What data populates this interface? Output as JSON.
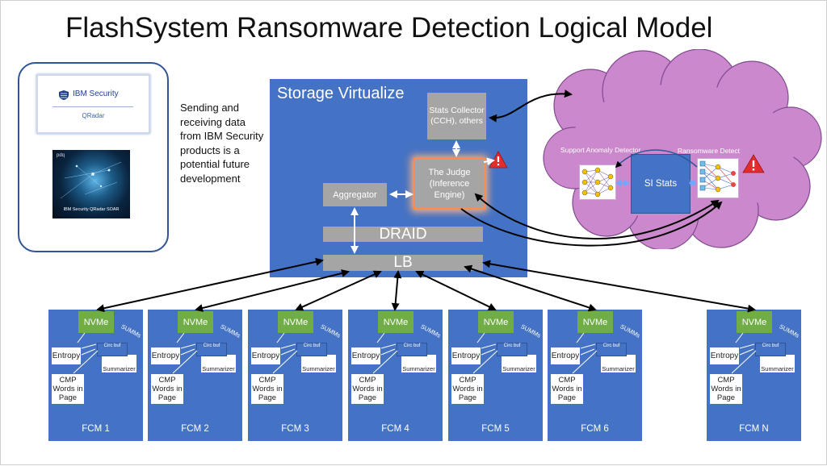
{
  "title": "FlashSystem Ransomware Detection Logical Model",
  "security_panel": {
    "qradar_brand": "IBM Security",
    "qradar_product": "QRadar",
    "soar_label": "IBM Security QRadar SOAR",
    "soar_corner": "pdq",
    "note": "Sending and receiving data from IBM Security products is a potential future development"
  },
  "storage": {
    "title": "Storage Virtualize",
    "stats_collector": "Stats Collector (CCH), others",
    "judge": "The Judge (Inference Engine)",
    "aggregator": "Aggregator",
    "draid": "DRAID",
    "lb": "LB"
  },
  "cloud": {
    "anomaly_label": "Support Anomaly Detector",
    "si_stats": "SI Stats",
    "ransomware_label": "Ransomware Detect",
    "cloud_color": "#cc88cc",
    "warning_color": "#e32d2d"
  },
  "fcm_common": {
    "nvme": "NVMe",
    "entropy": "Entropy",
    "cmp": "CMP Words in Page",
    "circ": "Circ buf",
    "summarizer": "Summarizer",
    "summs": "SUMMs"
  },
  "fcms": [
    {
      "label": "FCM 1"
    },
    {
      "label": "FCM 2"
    },
    {
      "label": "FCM 3"
    },
    {
      "label": "FCM 4"
    },
    {
      "label": "FCM 5"
    },
    {
      "label": "FCM 6"
    },
    {
      "label": "FCM N"
    }
  ]
}
